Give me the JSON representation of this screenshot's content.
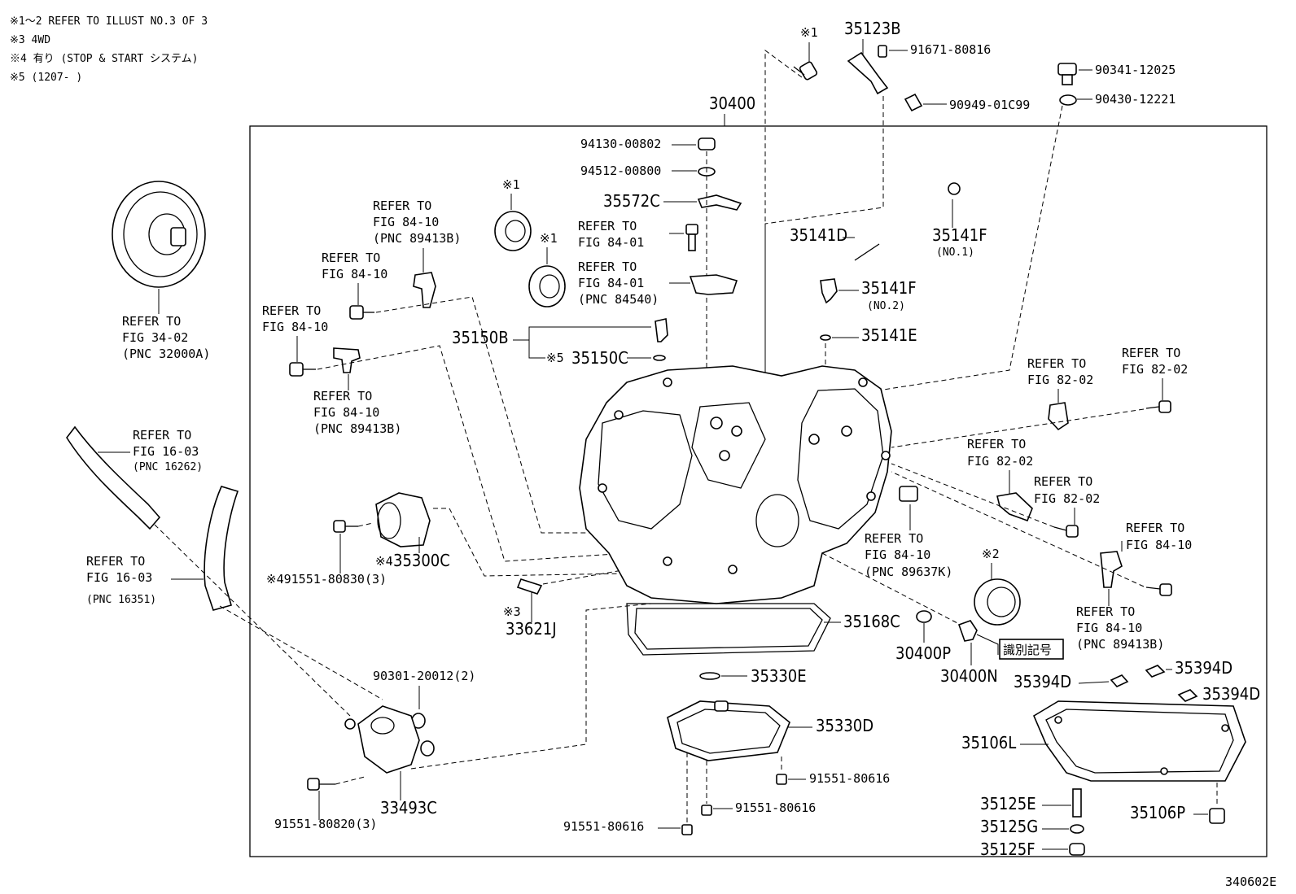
{
  "notes": [
    "※1〜2 REFER TO ILLUST NO.3 OF 3",
    "※3 4WD",
    "※4 有り (STOP & START システム)",
    "※5 (1207-       )"
  ],
  "diagram_id": "340602E",
  "main_assembly": "30400",
  "labels": {
    "p35123B": "35123B",
    "p91671": "91671-80816",
    "p90949": "90949-01C99",
    "p90341": "90341-12025",
    "p90430": "90430-12221",
    "mk1a": "※1",
    "p94130": "94130-00802",
    "p94512": "94512-00800",
    "p35572C": "35572C",
    "mk1b": "※1",
    "mk1c": "※1",
    "refA1": "REFER TO",
    "refA2": "FIG 84-10",
    "refA3": "(PNC 89413B)",
    "refB1": "REFER TO",
    "refB2": "FIG 84-01",
    "refC1": "REFER TO",
    "refC2": "FIG 84-01",
    "refC3": "(PNC 84540)",
    "refD1": "REFER TO",
    "refD2": "FIG 84-10",
    "refE1": "REFER TO",
    "refE2": "FIG 84-10",
    "p35141D": "35141D",
    "p35141F1": "35141F",
    "no1": "(NO.1)",
    "p35141F2": "35141F",
    "no2": "(NO.2)",
    "p35141E": "35141E",
    "p35150B": "35150B",
    "mk5": "※5",
    "p35150C": "35150C",
    "refF1": "REFER TO",
    "refF2": "FIG 84-10",
    "refF3": "(PNC 89413B)",
    "refG1": "REFER TO",
    "refG2": "FIG 34-02",
    "refG3": "(PNC 32000A)",
    "refH1": "REFER TO",
    "refH2": "FIG 16-03",
    "refH3": "(PNC 16262)",
    "refI1": "REFER TO",
    "refI2": "FIG 16-03",
    "refI3": "(PNC 16351)",
    "mk4a": "※4",
    "p35300C": "35300C",
    "p91551_830": "※491551-80830(3)",
    "mk3": "※3",
    "p33621J": "33621J",
    "refJ1": "REFER TO",
    "refJ2": "FIG 82-02",
    "refK1": "REFER TO",
    "refK2": "FIG 82-02",
    "refL1": "REFER TO",
    "refL2": "FIG 82-02",
    "refM1": "REFER TO",
    "refM2": "FIG 82-02",
    "refN1": "REFER TO",
    "refN2": "FIG 84-10",
    "refN3": "(PNC 89637K)",
    "mk2": "※2",
    "refO1": "REFER TO",
    "refO2": "FIG 84-10",
    "refP1": "REFER TO",
    "refP2": "FIG 84-10",
    "refP3": "(PNC 89413B)",
    "p35168C": "35168C",
    "p30400P": "30400P",
    "p30400N": "30400N",
    "idmark": "識別記号",
    "p35394D1": "35394D",
    "p35394D2": "35394D",
    "p35394D3": "35394D",
    "p90301": "90301-20012(2)",
    "p35330E": "35330E",
    "p35330D": "35330D",
    "p35106L": "35106L",
    "p91551_616a": "91551-80616",
    "p91551_616b": "91551-80616",
    "p91551_616c": "91551-80616",
    "p33493C": "33493C",
    "p91551_820": "91551-80820(3)",
    "p35125E": "35125E",
    "p35125G": "35125G",
    "p35125F": "35125F",
    "p35106P": "35106P"
  }
}
